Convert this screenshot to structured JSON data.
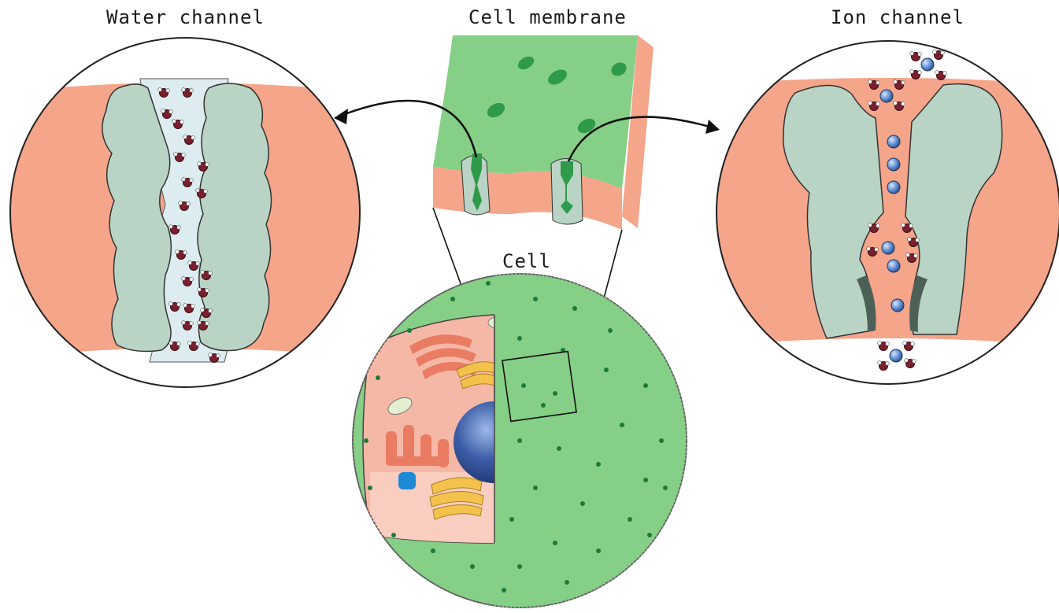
{
  "labels": {
    "water_channel": "Water channel",
    "cell_membrane": "Cell membrane",
    "ion_channel": "Ion channel",
    "cell": "Cell"
  },
  "colors": {
    "membrane_green": "#86cf86",
    "membrane_dark_green": "#2e9a4a",
    "lipid_salmon": "#f4a58a",
    "protein_gray": "#b9d4c4",
    "cytoplasm_pink": "#f6b8a6",
    "nucleus_blue": "#3d5fa8",
    "water_red": "#7a1f2e",
    "ion_blue": "#5b8bd0"
  },
  "icons": {
    "water_molecule": "water-molecule-icon",
    "ion": "ion-icon"
  }
}
